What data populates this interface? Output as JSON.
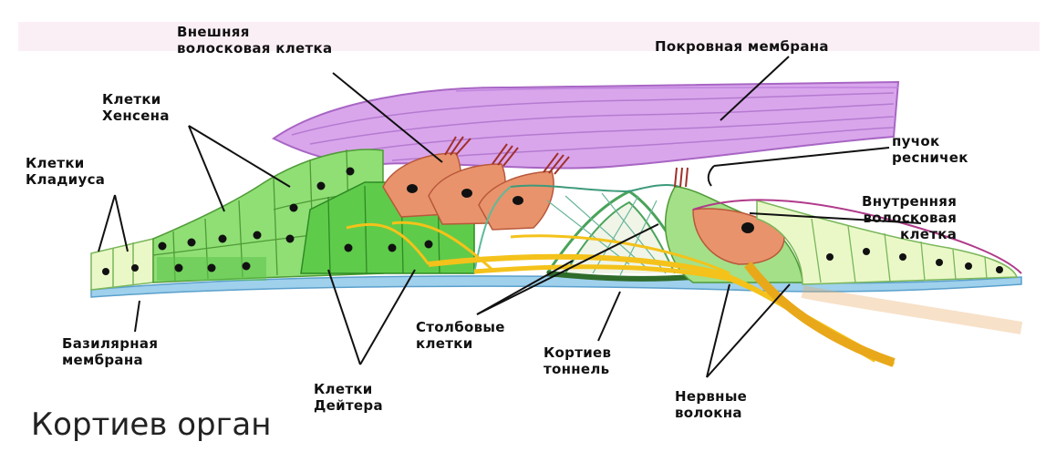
{
  "title": "Кортиев орган",
  "labels": {
    "outer_hair_cell": [
      "Внешняя",
      "волосковая клетка"
    ],
    "tectorial_membrane": [
      "Покровная мембрана"
    ],
    "hensen_cells": [
      "Клетки",
      "Хенсена"
    ],
    "cilia_bundle": [
      "пучок",
      "ресничек"
    ],
    "claudius_cells": [
      "Клетки",
      "Кладиуса"
    ],
    "inner_hair_cell": [
      "Внутренняя",
      "волосковая",
      "клетка"
    ],
    "basilar_membrane": [
      "Базилярная",
      "мембрана"
    ],
    "pillar_cells": [
      "Столбовые",
      "клетки"
    ],
    "corti_tunnel": [
      "Кортиев",
      "тоннель"
    ],
    "deiters_cells": [
      "Клетки",
      "Дейтера"
    ],
    "nerve_fibers": [
      "Нервные",
      "волокна"
    ]
  },
  "colors": {
    "tectorial": "#c98fe0",
    "hensen_green": "#7fd86a",
    "claudius_green": "#eaf8c8",
    "hair_cell": "#e88d66",
    "nerve": "#f4c21a",
    "basilar": "#8ec6e6",
    "nucleus": "#111111"
  }
}
